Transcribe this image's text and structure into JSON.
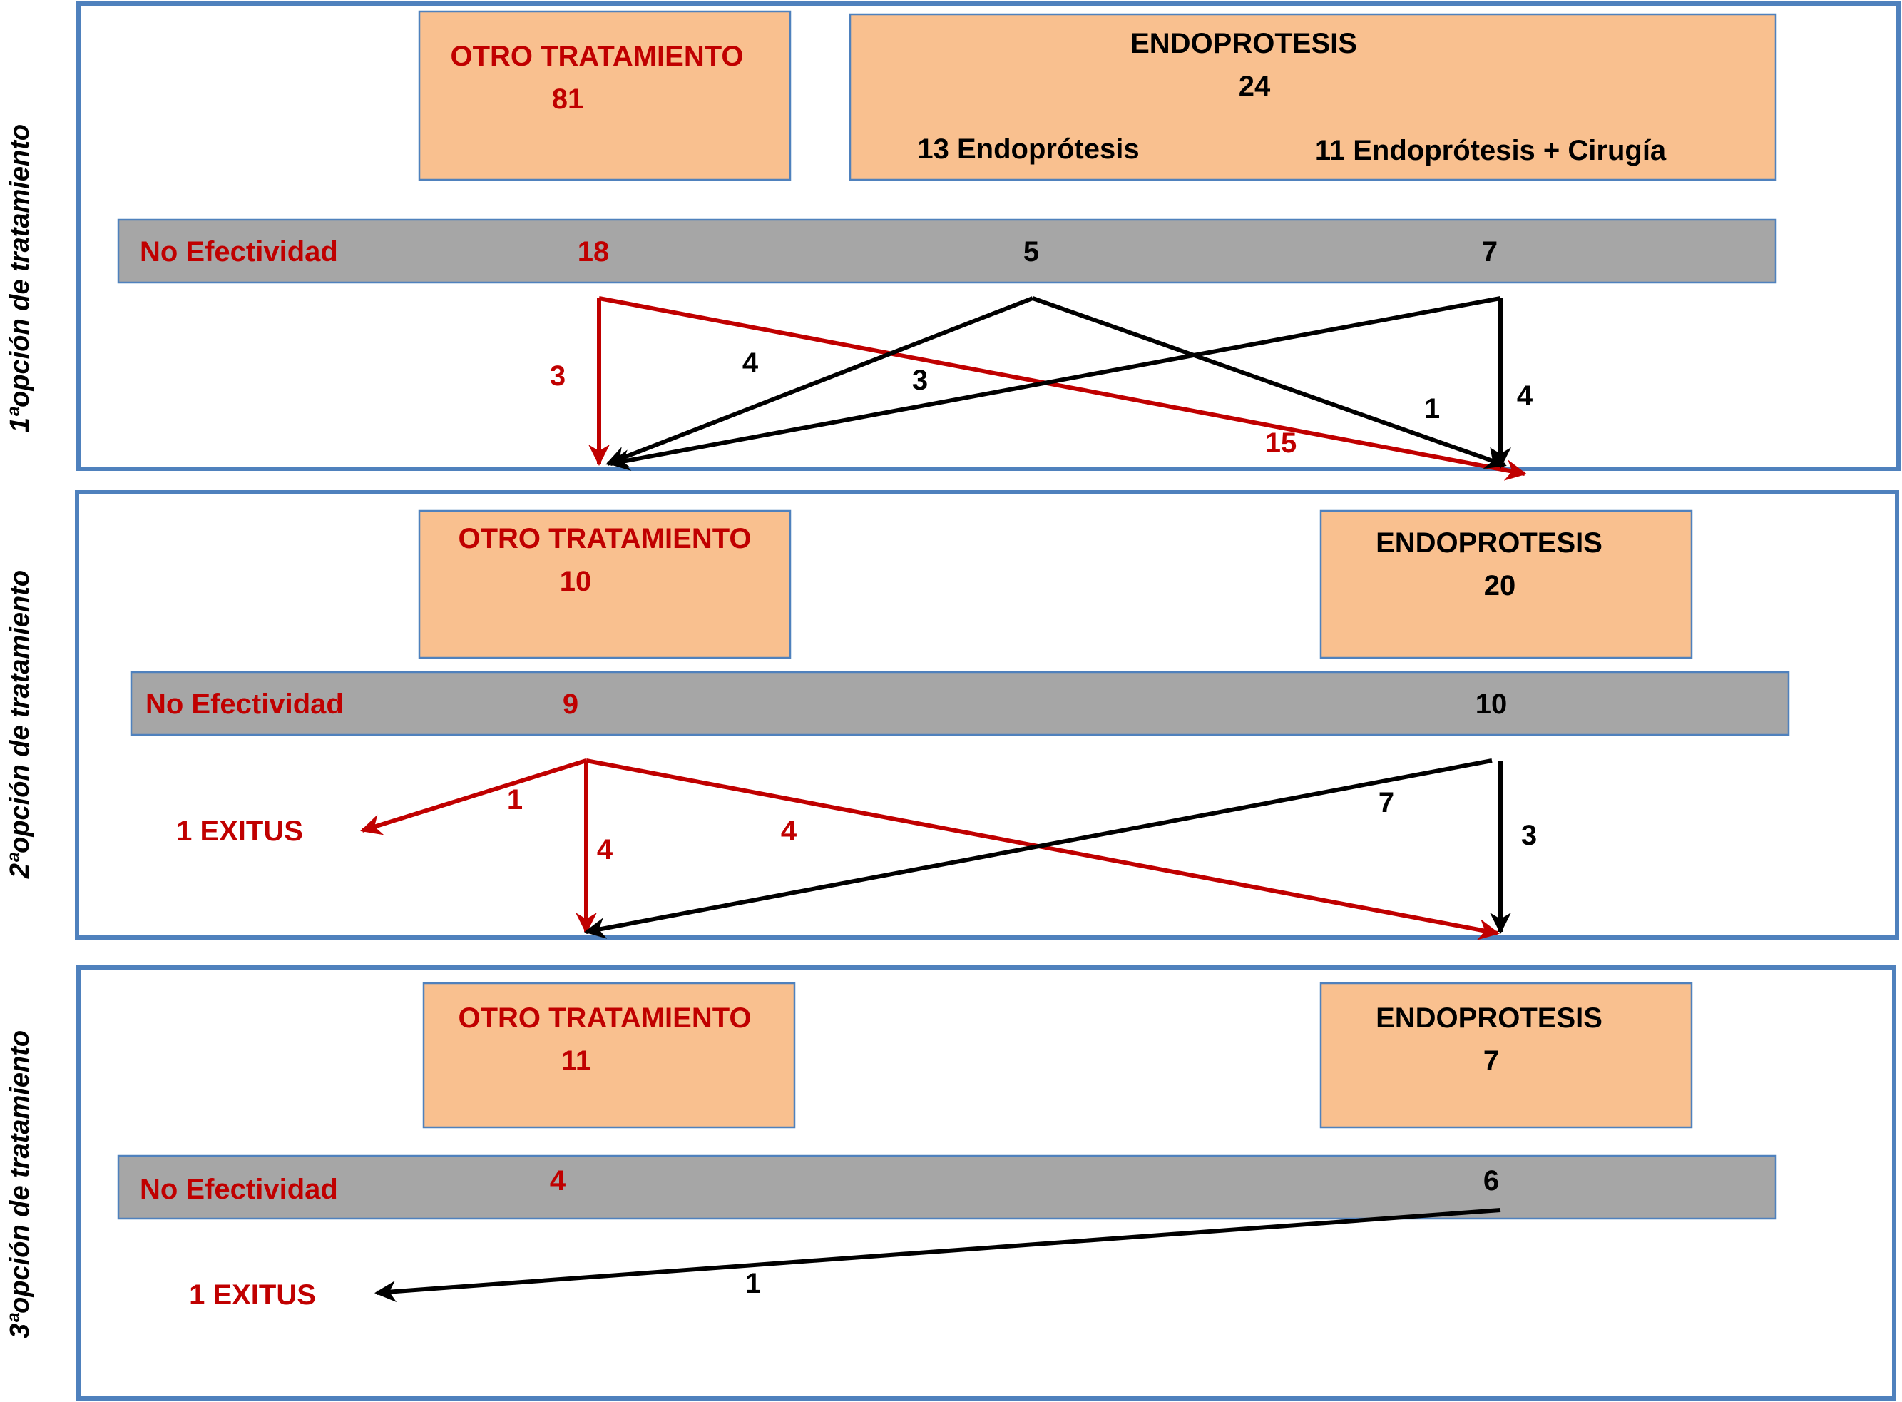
{
  "diagram": {
    "colors": {
      "panel_border": "#4f81bd",
      "box_fill": "#f9c08f",
      "bar_fill": "#a6a6a6",
      "red": "#c00000",
      "black": "#000000"
    },
    "panels": [
      {
        "side_label": "1ªopción de tratamiento",
        "otro": {
          "title": "OTRO TRATAMIENTO",
          "count": "81"
        },
        "endo": {
          "title": "ENDOPROTESIS",
          "count": "24",
          "sub_left": "13 Endoprótesis",
          "sub_right": "11 Endoprótesis + Cirugía"
        },
        "bar": {
          "label": "No Efectividad",
          "values": [
            "18",
            "5",
            "7"
          ]
        },
        "flows": [
          "3",
          "4",
          "3",
          "1",
          "4",
          "15"
        ]
      },
      {
        "side_label": "2ªopción de tratamiento",
        "otro": {
          "title": "OTRO TRATAMIENTO",
          "count": "10"
        },
        "endo": {
          "title": "ENDOPROTESIS",
          "count": "20"
        },
        "bar": {
          "label": "No Efectividad",
          "values": [
            "9",
            "10"
          ]
        },
        "exitus": "1 EXITUS",
        "flows": [
          "1",
          "4",
          "4",
          "7",
          "3"
        ]
      },
      {
        "side_label": "3ªopción de tratamiento",
        "otro": {
          "title": "OTRO TRATAMIENTO",
          "count": "11"
        },
        "endo": {
          "title": "ENDOPROTESIS",
          "count": "7"
        },
        "bar": {
          "label": "No Efectividad",
          "values": [
            "4",
            "6"
          ]
        },
        "exitus": "1 EXITUS",
        "flows": [
          "1"
        ]
      }
    ]
  }
}
